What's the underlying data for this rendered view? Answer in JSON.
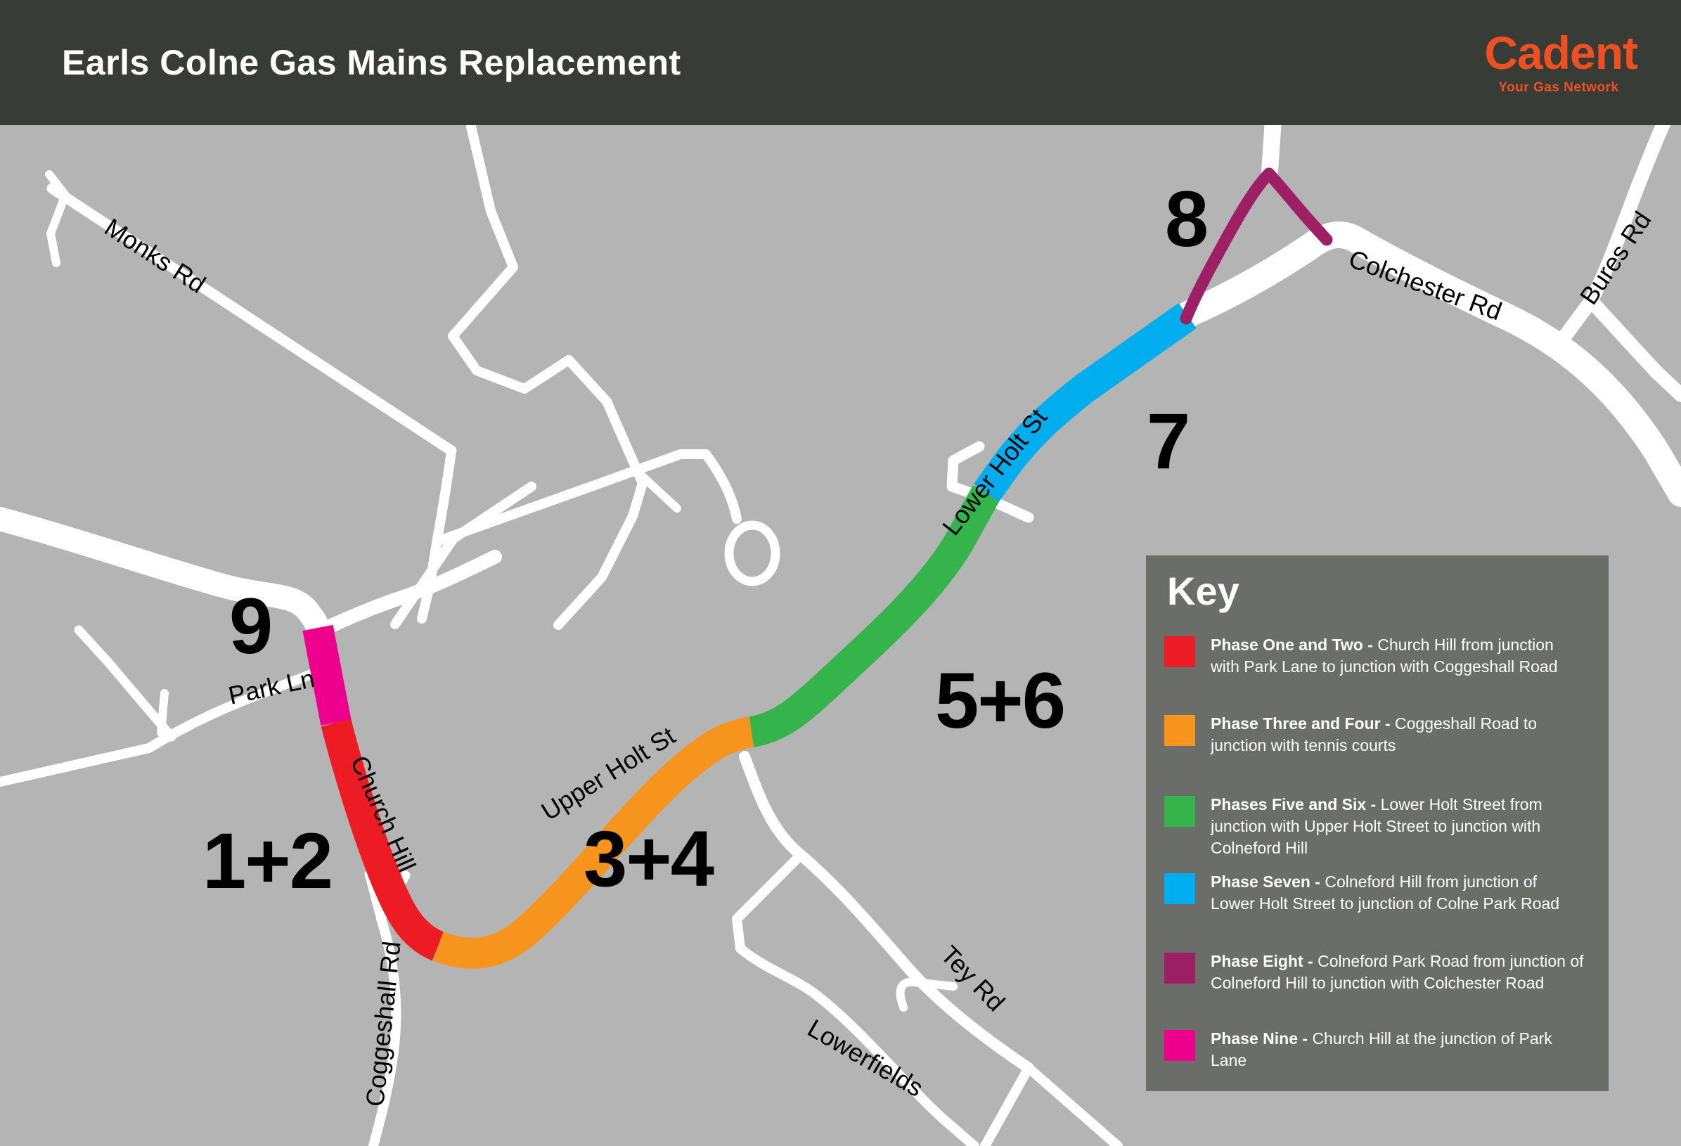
{
  "header": {
    "title": "Earls Colne Gas Mains Replacement",
    "logo": {
      "brand": "Cadent",
      "tagline": "Your Gas Network"
    }
  },
  "key": {
    "title": "Key",
    "items": [
      {
        "lead": "Phase One and Two -",
        "rest": "Church Hill from junction with Park Lane to junction with Coggeshall Road"
      },
      {
        "lead": "Phase Three and Four -",
        "rest": "Coggeshall Road to junction with tennis courts"
      },
      {
        "lead": "Phases Five and Six -",
        "rest": "Lower Holt Street from junction with Upper Holt Street to junction with Colneford Hill"
      },
      {
        "lead": "Phase Seven -",
        "rest": "Colneford Hill from junction of Lower Holt Street to junction of Colne Park Road"
      },
      {
        "lead": "Phase Eight -",
        "rest": "Colneford Park Road from junction of Colneford Hill to junction with Colchester Road"
      },
      {
        "lead": "Phase Nine -",
        "rest": "Church Hill at the junction of Park Lane"
      }
    ]
  },
  "map": {
    "road_labels": {
      "monks": "Monks Rd",
      "park": "Park Ln",
      "church": "Church Hill",
      "coggeshall": "Coggeshall Rd",
      "upper": "Upper Holt St",
      "lower": "Lower Holt St",
      "colchester": "Colchester Rd",
      "bures": "Bures Rd",
      "tey": "Tey Rd",
      "lowerfields": "Lowerfields"
    },
    "phase_labels": {
      "p9": "9",
      "p12": "1+2",
      "p34": "3+4",
      "p56": "5+6",
      "p7": "7",
      "p8": "8"
    }
  },
  "colors": {
    "header_bg": "#373d36",
    "map_bg": "#b4b4b4",
    "key_bg": "#6a6d68",
    "road": "#ffffff",
    "label": "#000000",
    "brand": "#f04f21",
    "phase12": "#ed1c24",
    "phase34": "#f7941e",
    "phase56": "#35b44b",
    "phase7": "#00aeef",
    "phase8": "#9e2064",
    "phase9": "#ec008c"
  }
}
